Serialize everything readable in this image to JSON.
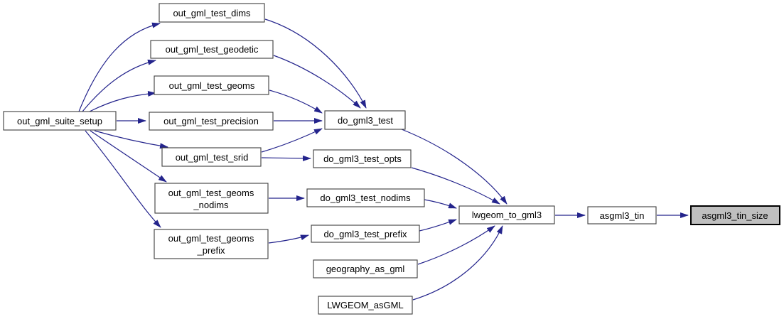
{
  "diagram": {
    "kind": "call-graph",
    "colors": {
      "edge": "#24248c",
      "node_fill": "#ffffff",
      "node_border": "#3d3d3d",
      "node_text": "#000000",
      "highlight_fill": "#bfbfbf",
      "highlight_border": "#000000",
      "background": "#ffffff"
    },
    "nodes": [
      {
        "id": "out_gml_suite_setup",
        "label": "out_gml_suite_setup",
        "highlighted": false
      },
      {
        "id": "out_gml_test_dims",
        "label": "out_gml_test_dims",
        "highlighted": false
      },
      {
        "id": "out_gml_test_geodetic",
        "label": "out_gml_test_geodetic",
        "highlighted": false
      },
      {
        "id": "out_gml_test_geoms",
        "label": "out_gml_test_geoms",
        "highlighted": false
      },
      {
        "id": "out_gml_test_precision",
        "label": "out_gml_test_precision",
        "highlighted": false
      },
      {
        "id": "out_gml_test_srid",
        "label": "out_gml_test_srid",
        "highlighted": false
      },
      {
        "id": "out_gml_test_geoms_nodims",
        "label": "out_gml_test_geoms_nodims",
        "label_lines": {
          "0": "out_gml_test_geoms",
          "1": "_nodims"
        },
        "highlighted": false
      },
      {
        "id": "out_gml_test_geoms_prefix",
        "label": "out_gml_test_geoms_prefix",
        "label_lines": {
          "0": "out_gml_test_geoms",
          "1": "_prefix"
        },
        "highlighted": false
      },
      {
        "id": "do_gml3_test",
        "label": "do_gml3_test",
        "highlighted": false
      },
      {
        "id": "do_gml3_test_opts",
        "label": "do_gml3_test_opts",
        "highlighted": false
      },
      {
        "id": "do_gml3_test_nodims",
        "label": "do_gml3_test_nodims",
        "highlighted": false
      },
      {
        "id": "do_gml3_test_prefix",
        "label": "do_gml3_test_prefix",
        "highlighted": false
      },
      {
        "id": "geography_as_gml",
        "label": "geography_as_gml",
        "highlighted": false
      },
      {
        "id": "LWGEOM_asGML",
        "label": "LWGEOM_asGML",
        "highlighted": false
      },
      {
        "id": "lwgeom_to_gml3",
        "label": "lwgeom_to_gml3",
        "highlighted": false
      },
      {
        "id": "asgml3_tin",
        "label": "asgml3_tin",
        "highlighted": false
      },
      {
        "id": "asgml3_tin_size",
        "label": "asgml3_tin_size",
        "highlighted": true
      }
    ],
    "edges": [
      {
        "from": "out_gml_suite_setup",
        "to": "out_gml_test_dims"
      },
      {
        "from": "out_gml_suite_setup",
        "to": "out_gml_test_geodetic"
      },
      {
        "from": "out_gml_suite_setup",
        "to": "out_gml_test_geoms"
      },
      {
        "from": "out_gml_suite_setup",
        "to": "out_gml_test_precision"
      },
      {
        "from": "out_gml_suite_setup",
        "to": "out_gml_test_srid"
      },
      {
        "from": "out_gml_suite_setup",
        "to": "out_gml_test_geoms_nodims"
      },
      {
        "from": "out_gml_suite_setup",
        "to": "out_gml_test_geoms_prefix"
      },
      {
        "from": "out_gml_test_dims",
        "to": "do_gml3_test"
      },
      {
        "from": "out_gml_test_geodetic",
        "to": "do_gml3_test"
      },
      {
        "from": "out_gml_test_geoms",
        "to": "do_gml3_test"
      },
      {
        "from": "out_gml_test_precision",
        "to": "do_gml3_test"
      },
      {
        "from": "out_gml_test_srid",
        "to": "do_gml3_test"
      },
      {
        "from": "out_gml_test_srid",
        "to": "do_gml3_test_opts"
      },
      {
        "from": "out_gml_test_geoms_nodims",
        "to": "do_gml3_test_nodims"
      },
      {
        "from": "out_gml_test_geoms_prefix",
        "to": "do_gml3_test_prefix"
      },
      {
        "from": "do_gml3_test",
        "to": "lwgeom_to_gml3"
      },
      {
        "from": "do_gml3_test_opts",
        "to": "lwgeom_to_gml3"
      },
      {
        "from": "do_gml3_test_nodims",
        "to": "lwgeom_to_gml3"
      },
      {
        "from": "do_gml3_test_prefix",
        "to": "lwgeom_to_gml3"
      },
      {
        "from": "geography_as_gml",
        "to": "lwgeom_to_gml3"
      },
      {
        "from": "LWGEOM_asGML",
        "to": "lwgeom_to_gml3"
      },
      {
        "from": "lwgeom_to_gml3",
        "to": "asgml3_tin"
      },
      {
        "from": "asgml3_tin",
        "to": "asgml3_tin_size"
      }
    ]
  }
}
